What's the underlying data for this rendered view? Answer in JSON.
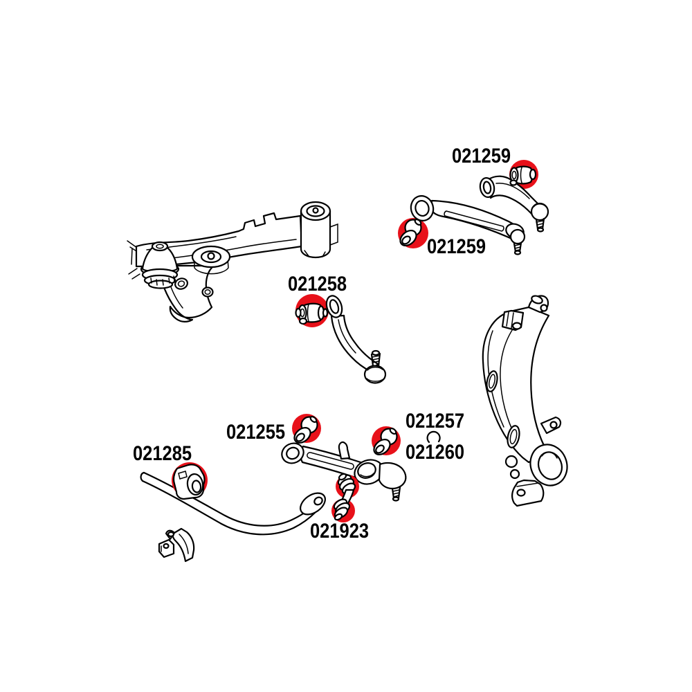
{
  "diagram": {
    "type": "front-suspension-parts-diagram",
    "background_color": "#ffffff",
    "line_color": "#000000",
    "highlight_color": "#e8111a",
    "part_labels": {
      "upper_arm_rear_bushing": "021259",
      "upper_arm_front_bushing": "021259",
      "curved_arm_bushing": "021258",
      "lower_arm_front_bushing": "021255",
      "lower_arm_rear_bushing": "021257",
      "lower_arm_rear_ring": "021260",
      "stabilizer_bar_bushing": "021285",
      "stabilizer_link": "021923"
    }
  }
}
